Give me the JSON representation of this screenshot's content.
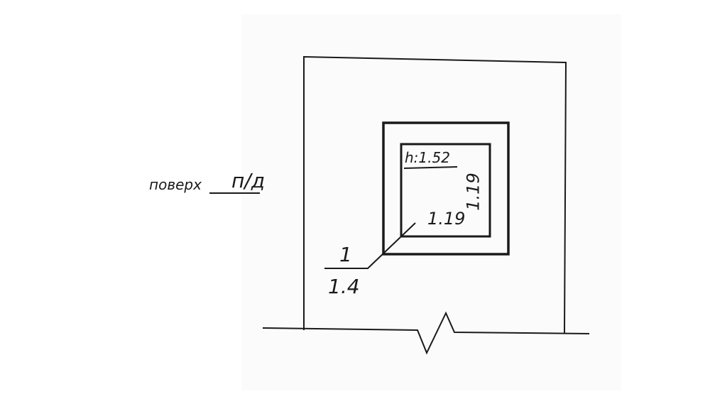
{
  "drawing": {
    "surface_label": "поверх",
    "surface_value": "п/д",
    "height_label": "h:1.52",
    "inner_width": "1.19",
    "inner_height": "1.19",
    "callout_number": "1",
    "callout_value": "1.4"
  },
  "colors": {
    "ink": "#1a1a1a",
    "paper": "#fbfbfb"
  }
}
